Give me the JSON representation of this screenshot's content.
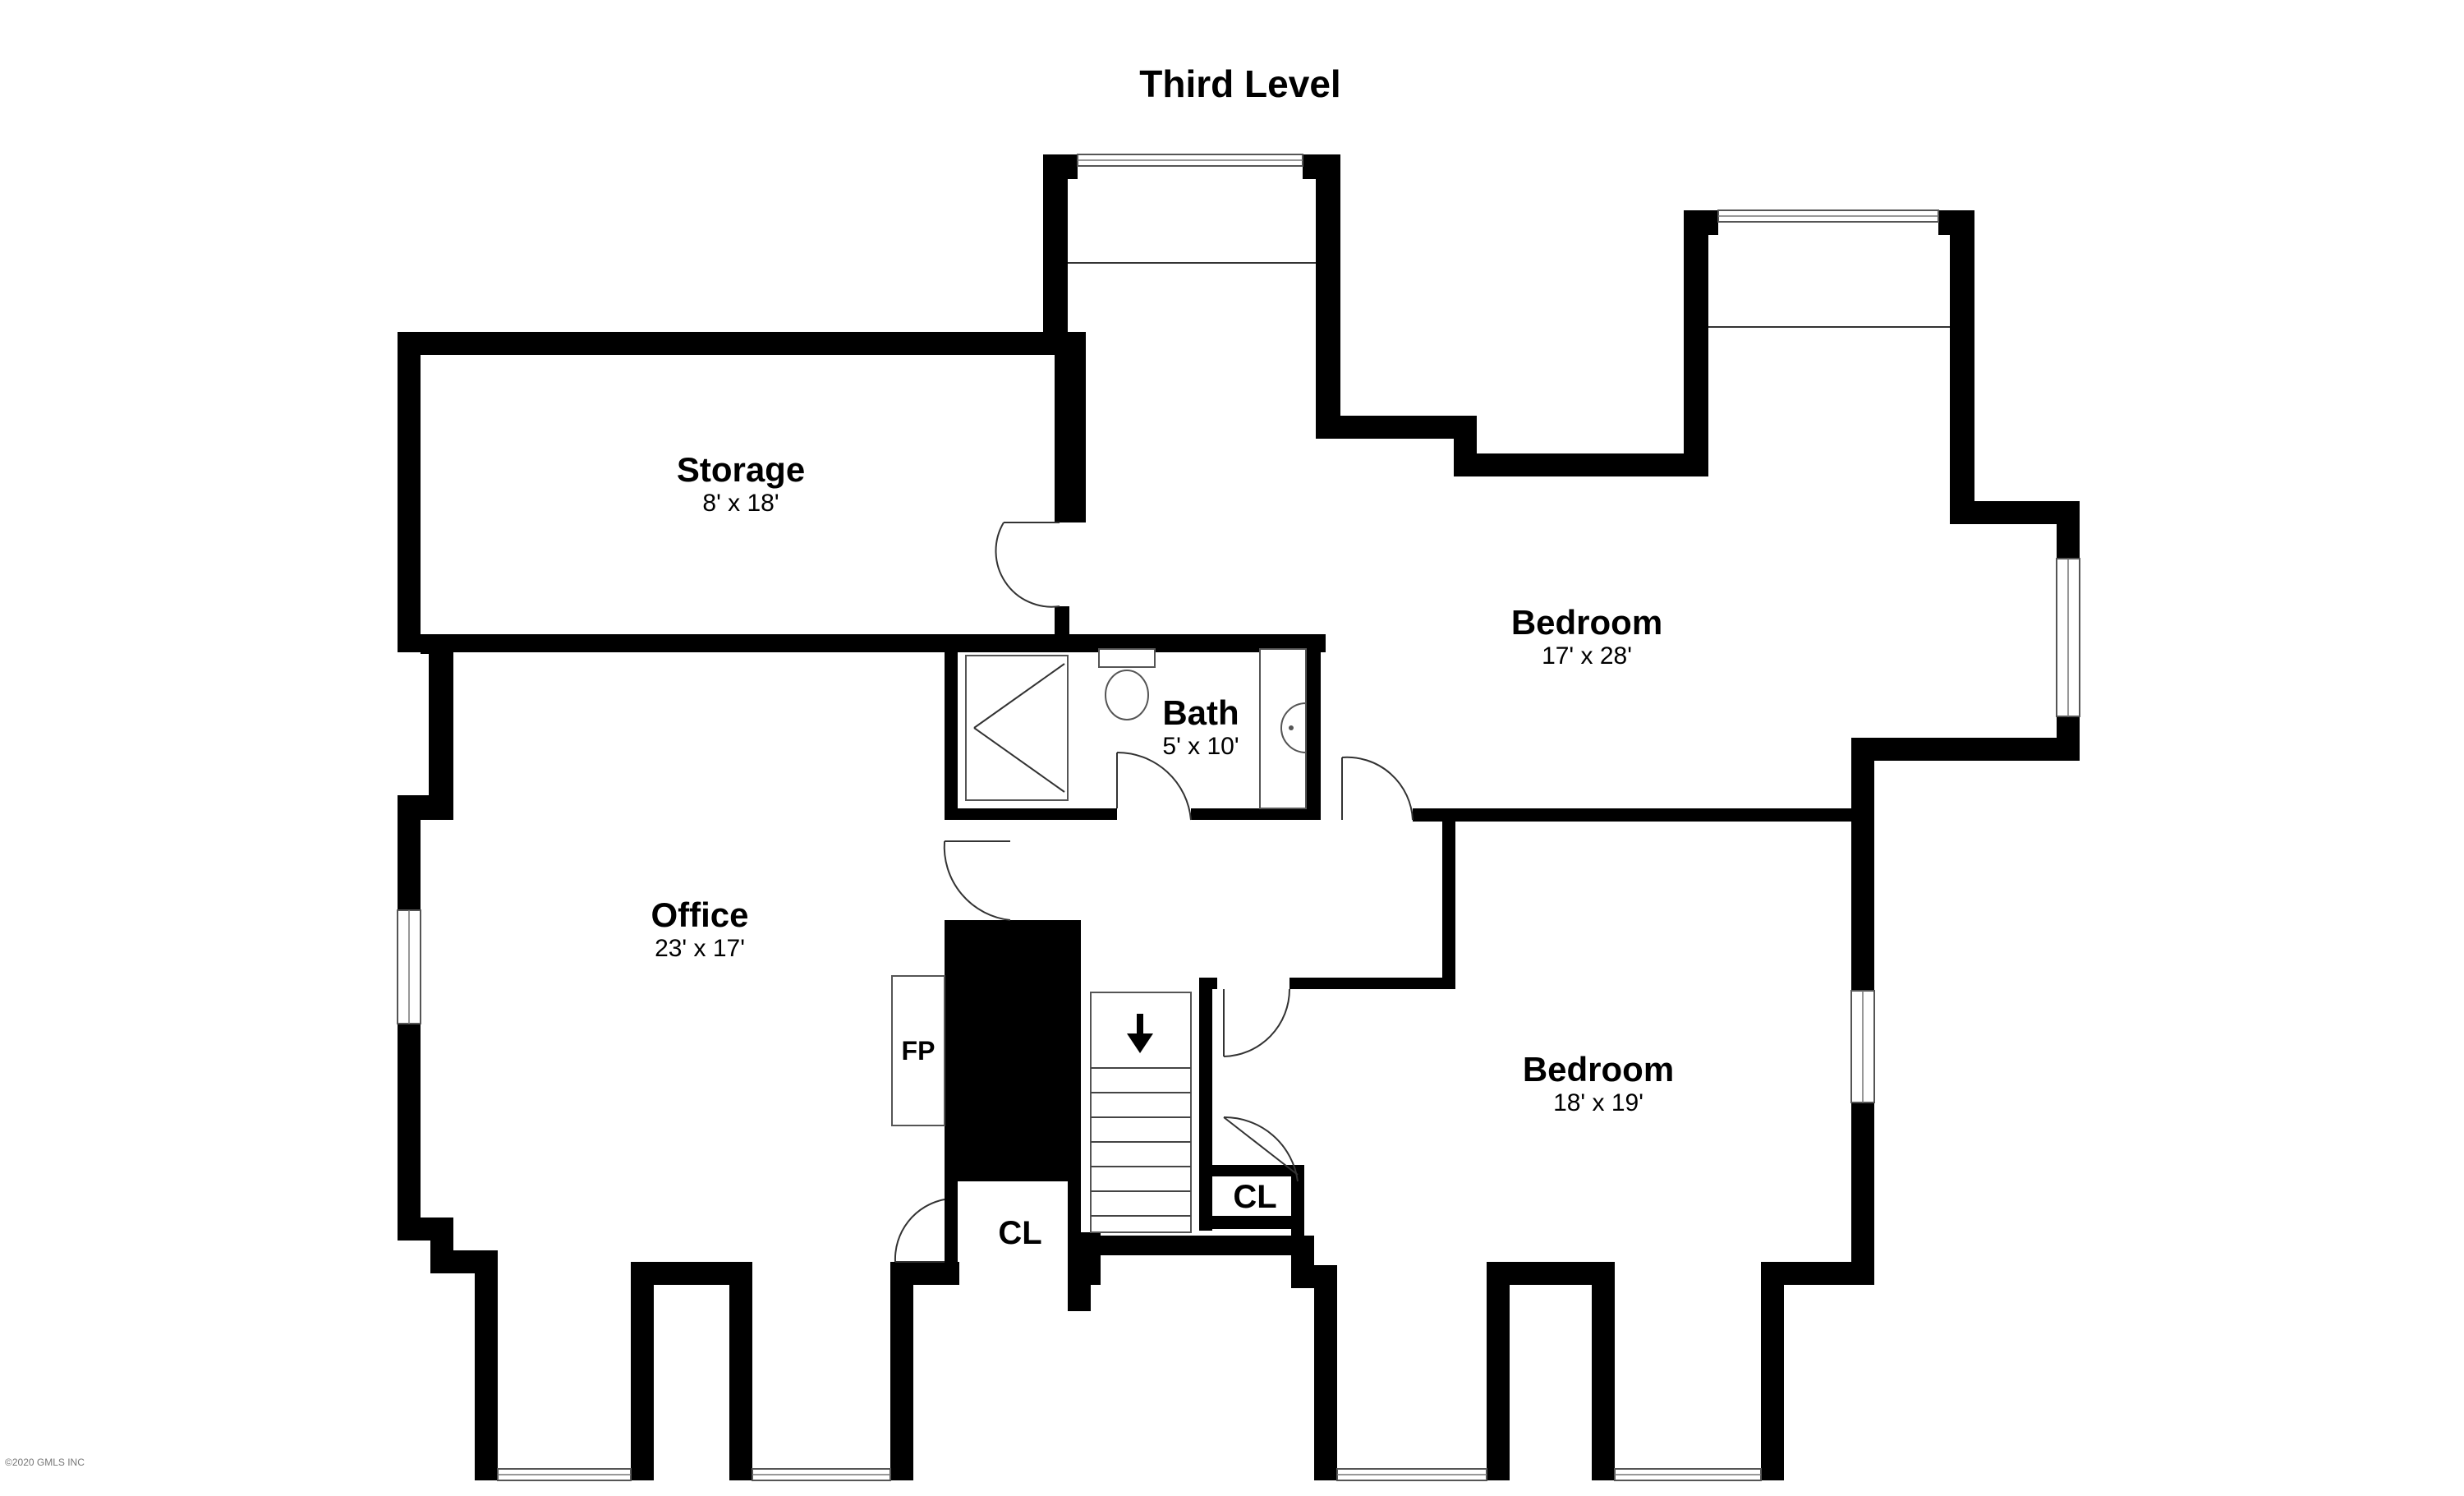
{
  "title": "Third Level",
  "rooms": {
    "storage": {
      "name": "Storage",
      "dims": "8' x 18'"
    },
    "bedroom_upper": {
      "name": "Bedroom",
      "dims": "17' x 28'"
    },
    "bath": {
      "name": "Bath",
      "dims": "5' x 10'"
    },
    "office": {
      "name": "Office",
      "dims": "23' x 17'"
    },
    "bedroom_lower": {
      "name": "Bedroom",
      "dims": "18' x 19'"
    }
  },
  "labels": {
    "fireplace": "FP",
    "closet_office": "CL",
    "closet_bedroom": "CL"
  },
  "footer": {
    "copyright": "©2020 GMLS INC"
  },
  "colors": {
    "wall": "#000000",
    "background": "#ffffff",
    "fixture_line": "#555555"
  },
  "icons": {
    "stair_arrow": "arrow-down-icon"
  }
}
